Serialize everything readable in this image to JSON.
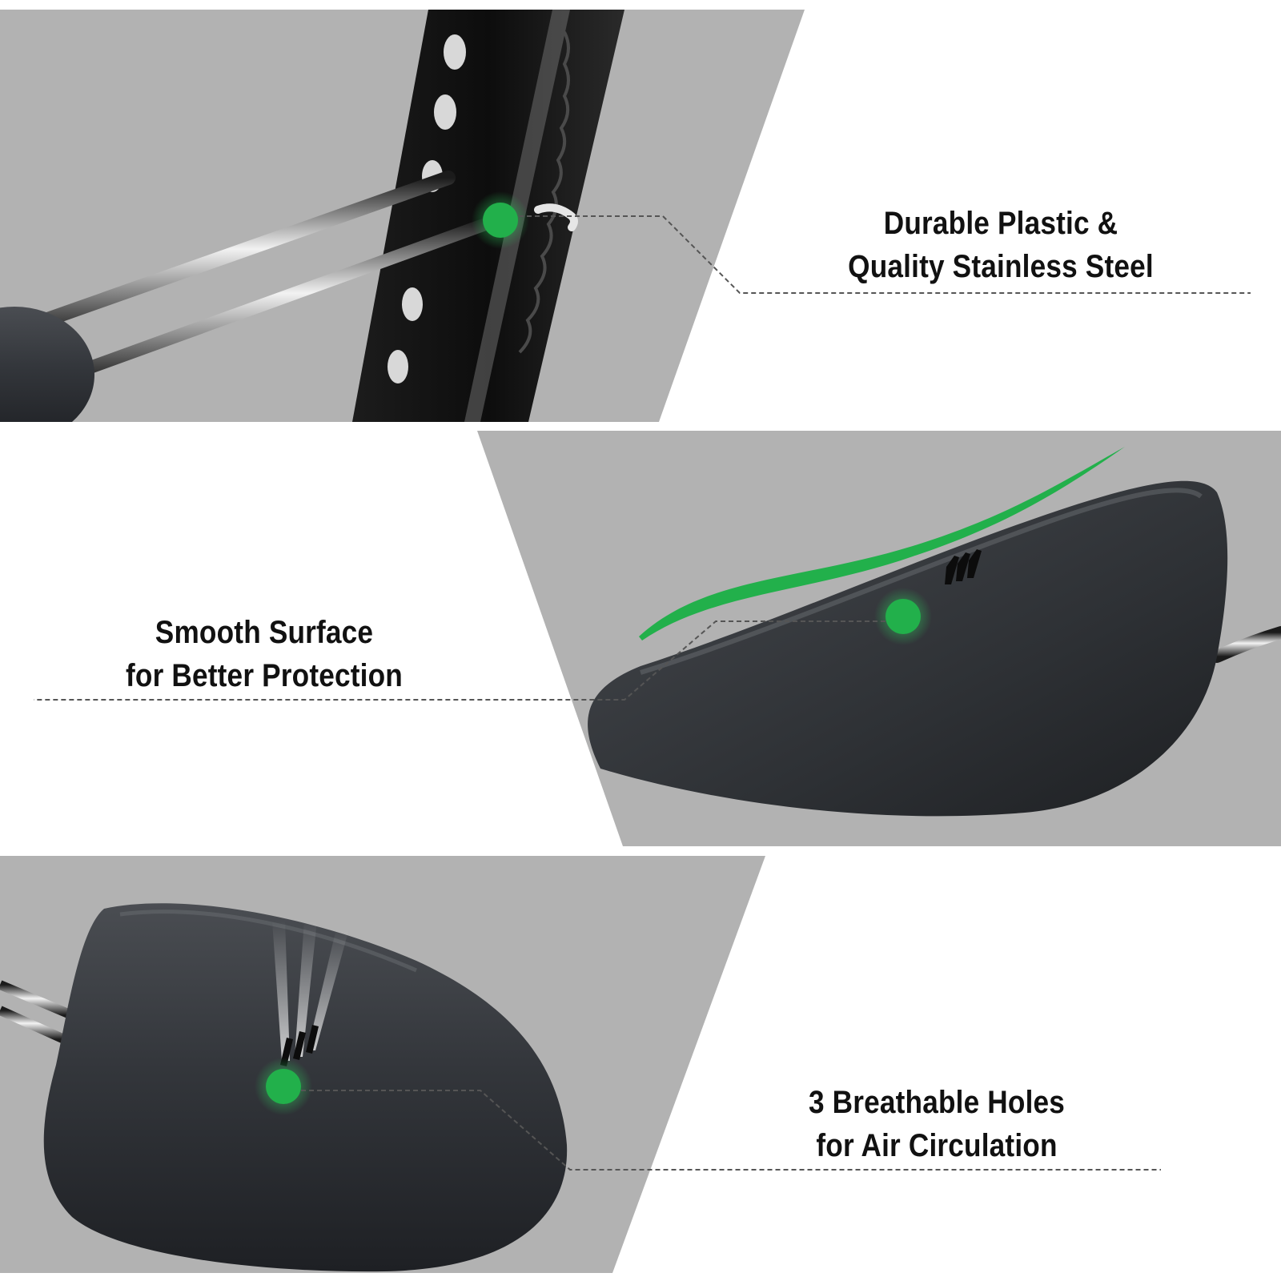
{
  "features": [
    {
      "line1": "Durable Plastic &",
      "line2": "Quality Stainless Steel"
    },
    {
      "line1": "Smooth Surface",
      "line2": "for Better Protection"
    },
    {
      "line1": "3 Breathable Holes",
      "line2": "for Air Circulation"
    }
  ],
  "colors": {
    "panel_gray": "#b2b2b2",
    "background": "#ffffff",
    "accent_green": "#22b04b",
    "text": "#111111",
    "plastic": "#2a2c30",
    "dashed_line": "#555555"
  }
}
